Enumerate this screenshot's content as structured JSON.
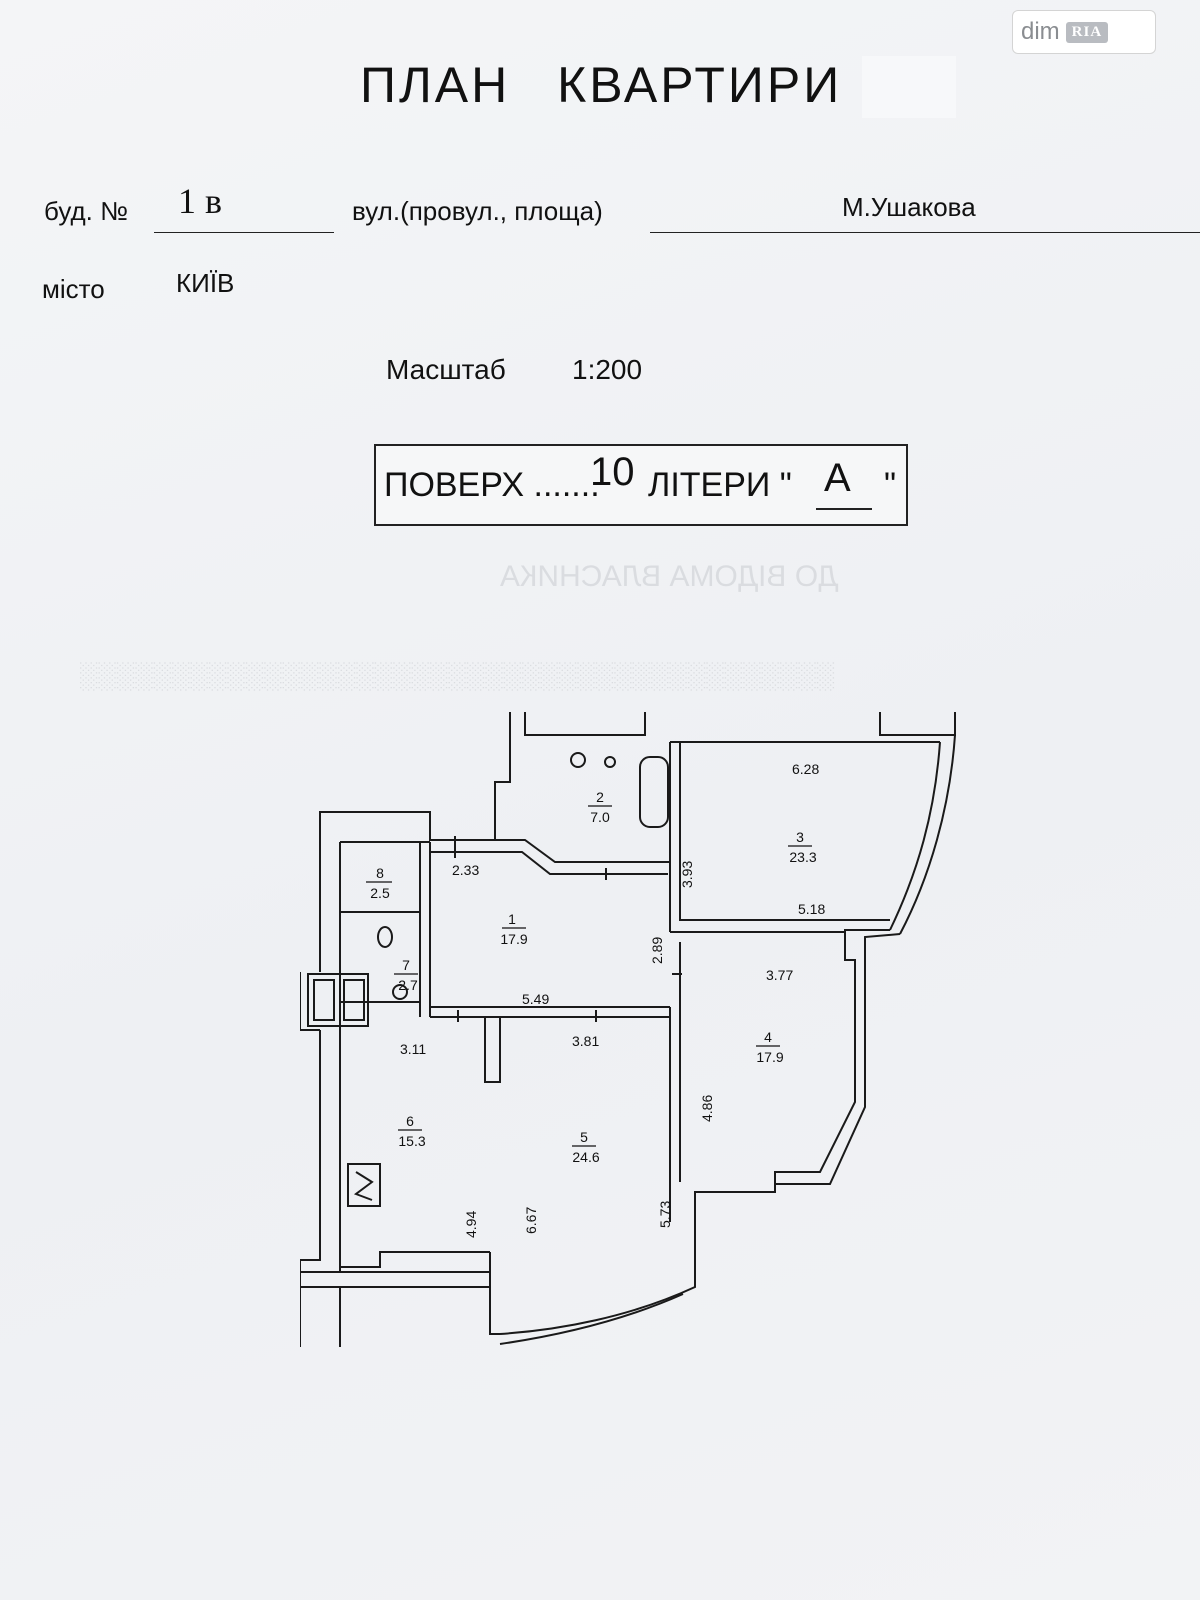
{
  "watermark": {
    "dim": "dim",
    "ria": "RIA"
  },
  "title": "ПЛАН   КВАРТИРИ",
  "building": {
    "label": "буд. №",
    "number": "1 в"
  },
  "street": {
    "label": "вул.(провул., площа)",
    "value": "М.Ушакова"
  },
  "city": {
    "label": "місто",
    "value": "КИЇВ"
  },
  "scale": {
    "label": "Масштаб",
    "value": "1:200"
  },
  "floor": {
    "prefix": "ПОВЕРХ .......",
    "number": "10",
    "litera_label": "ЛІТЕРИ \"",
    "litera": "А",
    "close_quote": "\""
  },
  "rooms": [
    {
      "num": "1",
      "area": "17.9"
    },
    {
      "num": "2",
      "area": "7.0"
    },
    {
      "num": "3",
      "area": "23.3"
    },
    {
      "num": "4",
      "area": "17.9"
    },
    {
      "num": "5",
      "area": "24.6"
    },
    {
      "num": "6",
      "area": "15.3"
    },
    {
      "num": "7",
      "area": "2.7"
    },
    {
      "num": "8",
      "area": "2.5"
    }
  ],
  "dimensions": [
    "6.28",
    "3.93",
    "5.18",
    "2.33",
    "2.89",
    "5.49",
    "3.77",
    "3.11",
    "3.81",
    "4.86",
    "4.94",
    "6.67",
    "5.73"
  ]
}
